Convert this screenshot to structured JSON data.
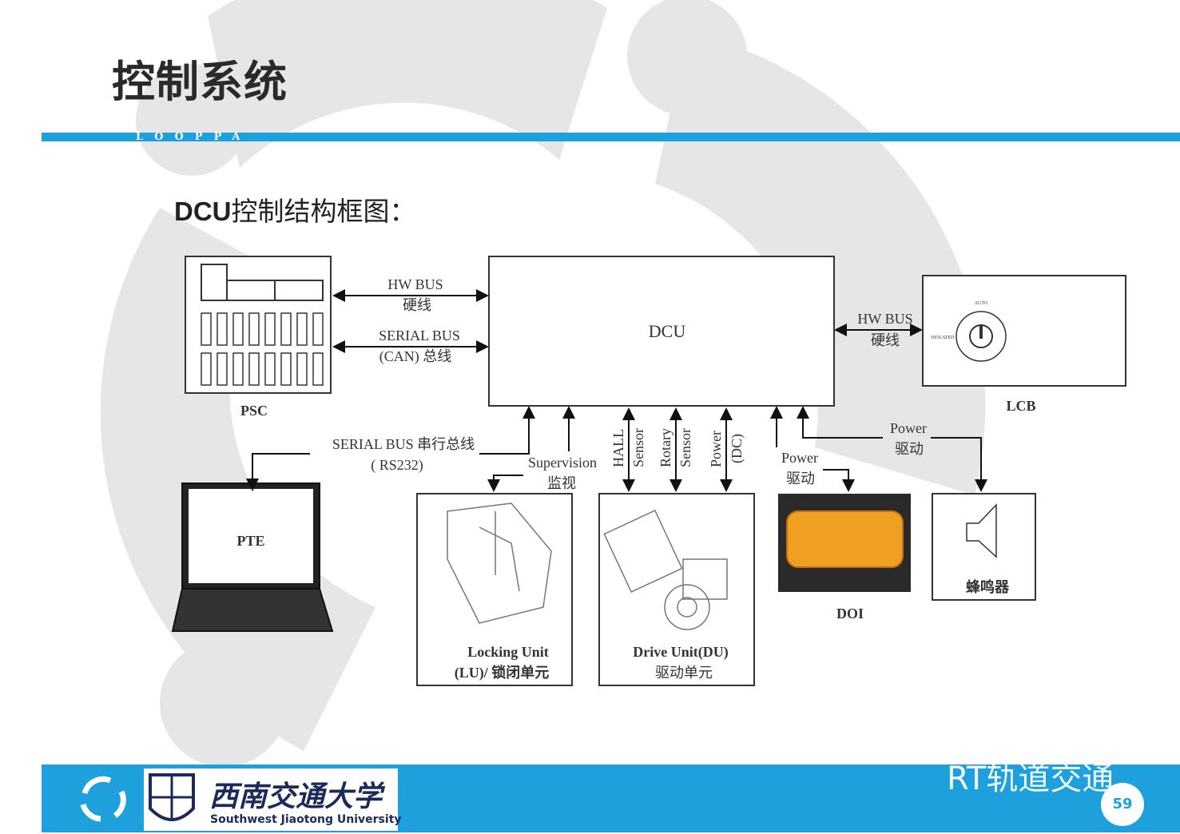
{
  "slide": {
    "title": "控制系统",
    "brand_bar_text": "LOOPPA",
    "subtitle_bold": "DCU",
    "subtitle_rest": "控制结构框图：",
    "page_number": "59",
    "accent_color": "#1ea0dc"
  },
  "footer": {
    "university_cn": "西南交通大学",
    "university_en": "Southwest Jiaotong University",
    "wechat_label": "RT轨道交通"
  },
  "diagram": {
    "dcu": "DCU",
    "psc": "PSC",
    "lcb": "LCB",
    "lcb_auto": "AUTO",
    "lcb_isolated": "ISOLATED",
    "pte": "PTE",
    "doi": "DOI",
    "buzzer": "蜂鸣器",
    "hw_bus_left": "HW BUS",
    "hw_bus_left_cn": "硬线",
    "serial_bus_can": "SERIAL BUS",
    "serial_bus_can_cn": "(CAN) 总线",
    "hw_bus_right": "HW  BUS",
    "hw_bus_right_cn": "硬线",
    "serial_bus_rs232": "SERIAL BUS 串行总线",
    "serial_bus_rs232_sub": "( RS232)",
    "supervision": "Supervision",
    "supervision_cn": "监视",
    "hall_sensor_1": "HALL",
    "hall_sensor_2": "Sensor",
    "rotary_sensor_1": "Rotary",
    "rotary_sensor_2": "Sensor",
    "power_dc_1": "Power",
    "power_dc_2": "(DC)",
    "power_doi": "Power",
    "power_doi_cn": "驱动",
    "power_buzzer": "Power",
    "power_buzzer_cn": "驱动",
    "locking_unit_1": "Locking Unit",
    "locking_unit_2": "(LU)/ 锁闭单元",
    "drive_unit_1": "Drive Unit(DU)",
    "drive_unit_2": "驱动单元"
  }
}
